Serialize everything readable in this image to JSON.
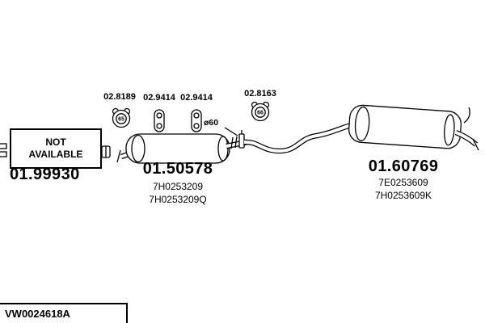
{
  "title_block": {
    "drawing_number": "VW0024618A"
  },
  "not_available": {
    "line1": "NOT",
    "line2": "AVAILABLE"
  },
  "parts": {
    "left": {
      "id": "01.99930"
    },
    "middle": {
      "id": "01.50578",
      "code1": "7H0253209",
      "code2": "7H0253209Q"
    },
    "right": {
      "id": "01.60769",
      "code1": "7E0253609",
      "code2": "7H0253609K"
    }
  },
  "mounts": {
    "m1": {
      "label": "02.8189",
      "badge": "65"
    },
    "m2": {
      "label": "02.9414"
    },
    "m3": {
      "label": "02.9414"
    },
    "m4": {
      "label": "02.8163",
      "badge": "66"
    }
  },
  "dimensions": {
    "pipe_diameter": "ø60"
  }
}
